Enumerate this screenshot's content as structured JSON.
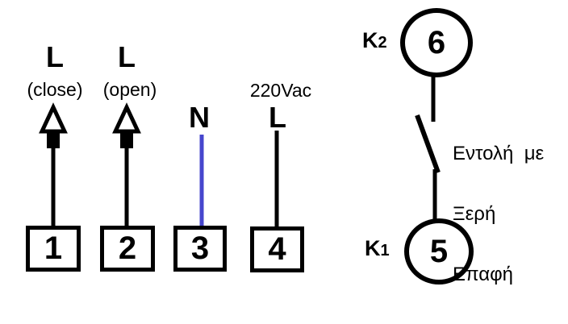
{
  "colors": {
    "ink": "#000000",
    "neutral_wire_blue": "#4646cd",
    "background": "#ffffff"
  },
  "terminals": {
    "t1": {
      "number": "1",
      "line_label": "L",
      "function_label": "(close)"
    },
    "t2": {
      "number": "2",
      "line_label": "L",
      "function_label": "(open)"
    },
    "t3": {
      "number": "3",
      "line_label": "N"
    },
    "t4": {
      "number": "4",
      "line_label": "L",
      "voltage_label": "220Vac"
    }
  },
  "contact_circuit": {
    "top_contact": {
      "relay_label": "K2",
      "terminal_number": "6"
    },
    "bottom_contact": {
      "relay_label": "K1",
      "terminal_number": "5"
    },
    "note": {
      "line1": "Εντολή  με",
      "line2": "Ξερή",
      "line3": "Επαφή"
    }
  }
}
